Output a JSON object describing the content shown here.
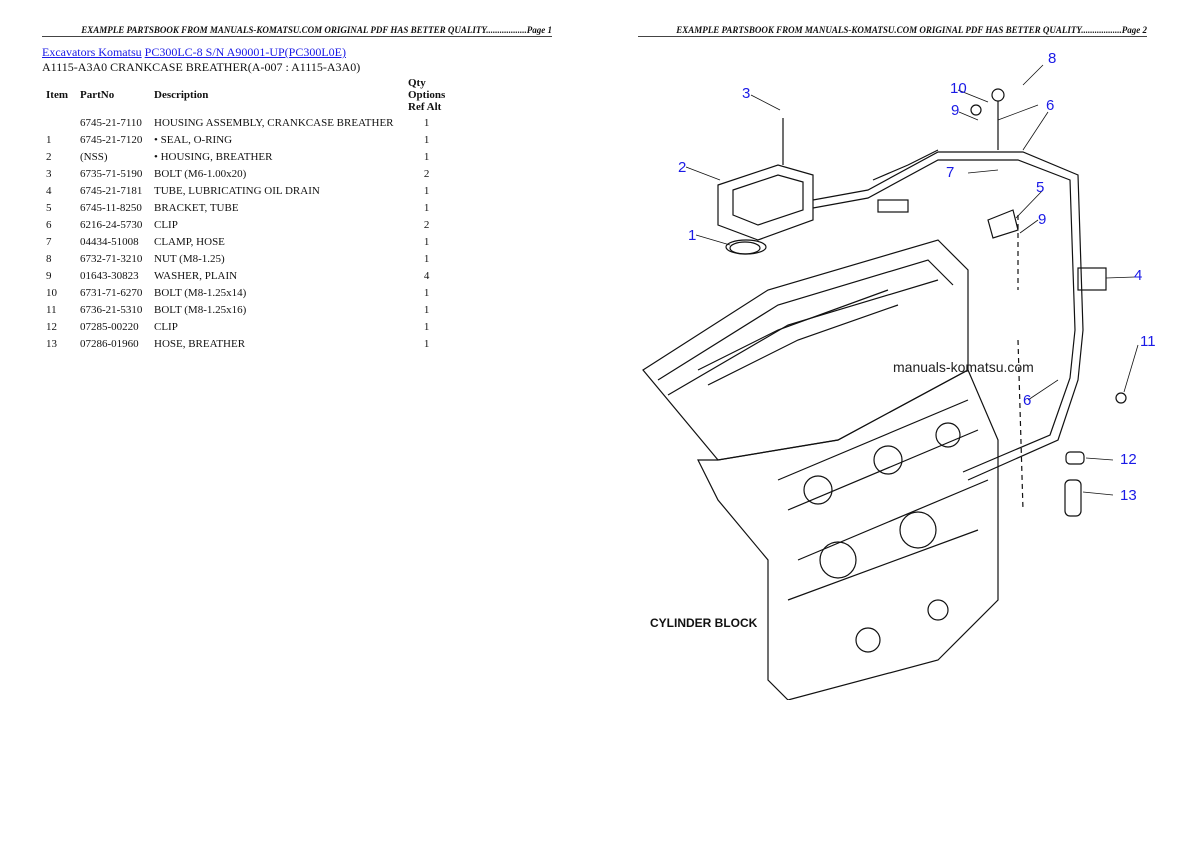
{
  "header": {
    "page1": "EXAMPLE PARTSBOOK FROM MANUALS-KOMATSU.COM ORIGINAL PDF HAS BETTER QUALITY..................Page 1",
    "page2": "EXAMPLE PARTSBOOK FROM MANUALS-KOMATSU.COM ORIGINAL PDF HAS BETTER QUALITY..................Page 2"
  },
  "breadcrumb": {
    "link1": "Excavators Komatsu",
    "link2": "PC300LC-8 S/N A90001-UP(PC300L0E)"
  },
  "subtitle": "A1115-A3A0 CRANKCASE BREATHER(A-007 : A1115-A3A0)",
  "table": {
    "headers": {
      "item": "Item",
      "partno": "PartNo",
      "description": "Description",
      "qty_opts": "Qty Options Ref Alt"
    },
    "rows": [
      {
        "item": "",
        "partno": "6745-21-7110",
        "description": "HOUSING ASSEMBLY, CRANKCASE BREATHER",
        "qty": "1"
      },
      {
        "item": "1",
        "partno": "6745-21-7120",
        "description": "• SEAL, O-RING",
        "qty": "1"
      },
      {
        "item": "2",
        "partno": "(NSS)",
        "description": "• HOUSING, BREATHER",
        "qty": "1"
      },
      {
        "item": "3",
        "partno": "6735-71-5190",
        "description": "BOLT (M6-1.00x20)",
        "qty": "2"
      },
      {
        "item": "4",
        "partno": "6745-21-7181",
        "description": "TUBE, LUBRICATING OIL DRAIN",
        "qty": "1"
      },
      {
        "item": "5",
        "partno": "6745-11-8250",
        "description": "BRACKET, TUBE",
        "qty": "1"
      },
      {
        "item": "6",
        "partno": "6216-24-5730",
        "description": "CLIP",
        "qty": "2"
      },
      {
        "item": "7",
        "partno": "04434-51008",
        "description": "CLAMP, HOSE",
        "qty": "1"
      },
      {
        "item": "8",
        "partno": "6732-71-3210",
        "description": "NUT (M8-1.25)",
        "qty": "1"
      },
      {
        "item": "9",
        "partno": "01643-30823",
        "description": "WASHER, PLAIN",
        "qty": "4"
      },
      {
        "item": "10",
        "partno": "6731-71-6270",
        "description": "BOLT (M8-1.25x14)",
        "qty": "1"
      },
      {
        "item": "11",
        "partno": "6736-21-5310",
        "description": "BOLT (M8-1.25x16)",
        "qty": "1"
      },
      {
        "item": "12",
        "partno": "07285-00220",
        "description": "CLIP",
        "qty": "1"
      },
      {
        "item": "13",
        "partno": "07286-01960",
        "description": "HOSE, BREATHER",
        "qty": "1"
      }
    ]
  },
  "diagram": {
    "callouts": [
      "1",
      "2",
      "3",
      "4",
      "5",
      "6",
      "6",
      "7",
      "8",
      "9",
      "9",
      "10",
      "11",
      "12",
      "13"
    ],
    "caption": "CYLINDER BLOCK",
    "watermark": "manuals-komatsu.com",
    "callout_color": "#1a1ae6"
  }
}
